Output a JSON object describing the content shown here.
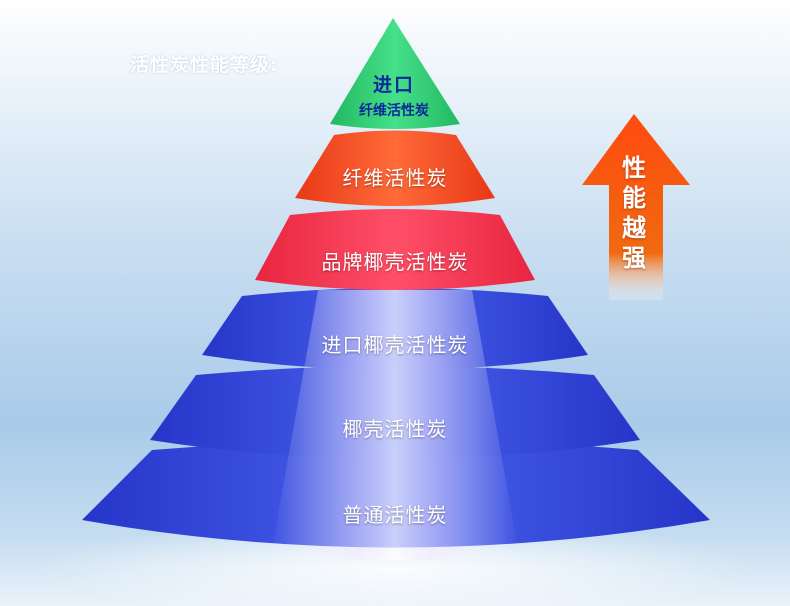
{
  "heading": "活性炭性能等级:",
  "top_tier": {
    "line1": "进口",
    "line2": "纤维活性炭",
    "color": "#2fcf6a"
  },
  "tiers": [
    {
      "label": "纤维活性炭",
      "color": "#f24a1e"
    },
    {
      "label": "品牌椰壳活性炭",
      "color": "#ef2f4a"
    },
    {
      "label": "进口椰壳活性炭",
      "color": "#3346d6"
    },
    {
      "label": "椰壳活性炭",
      "color": "#3346d6"
    },
    {
      "label": "普通活性炭",
      "color": "#3346d6"
    }
  ],
  "arrow": {
    "chars": [
      "性",
      "能",
      "越",
      "强"
    ],
    "color": "#f35a10"
  }
}
